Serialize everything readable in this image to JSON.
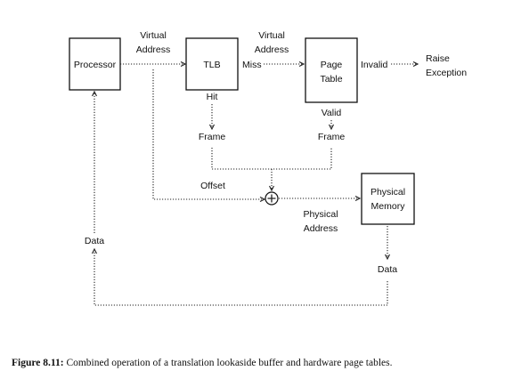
{
  "diagram": {
    "boxes": {
      "processor": "Processor",
      "tlb": "TLB",
      "page_table_line1": "Page",
      "page_table_line2": "Table",
      "physical_memory_line1": "Physical",
      "physical_memory_line2": "Memory"
    },
    "labels": {
      "virtual_address_1_line1": "Virtual",
      "virtual_address_1_line2": "Address",
      "virtual_address_2_line1": "Virtual",
      "virtual_address_2_line2": "Address",
      "miss": "Miss",
      "hit": "Hit",
      "frame_from_tlb": "Frame",
      "valid": "Valid",
      "frame_from_page_table": "Frame",
      "invalid": "Invalid",
      "raise_exception_line1": "Raise",
      "raise_exception_line2": "Exception",
      "offset": "Offset",
      "physical_address_line1": "Physical",
      "physical_address_line2": "Address",
      "data_from_memory": "Data",
      "data_to_processor": "Data"
    }
  },
  "caption": {
    "label": "Figure 8.11:",
    "text": " Combined operation of a translation lookaside buffer and hardware page tables."
  }
}
